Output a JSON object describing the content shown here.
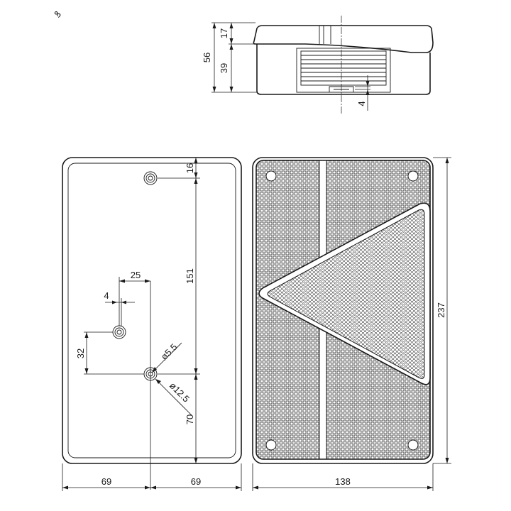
{
  "dimensions": {
    "side_total_height": "56",
    "side_top_height": "17",
    "side_bottom_height": "39",
    "side_clip_height": "4",
    "top_hole_offset": "16",
    "hole_spacing_vertical": "151",
    "bolt_offset_horizontal": "25",
    "pin_width": "4",
    "bolt_offset_vertical": "32",
    "hole_diameter_inner": "ø5.5",
    "hole_diameter_outer": "ø12.5",
    "bottom_offset": "70",
    "half_width_left": "69",
    "half_width_right": "69",
    "total_width": "138",
    "total_height": "237"
  },
  "corner_mark": "ꝸ",
  "colors": {
    "line": "#1a1a1a",
    "background": "#ffffff"
  }
}
